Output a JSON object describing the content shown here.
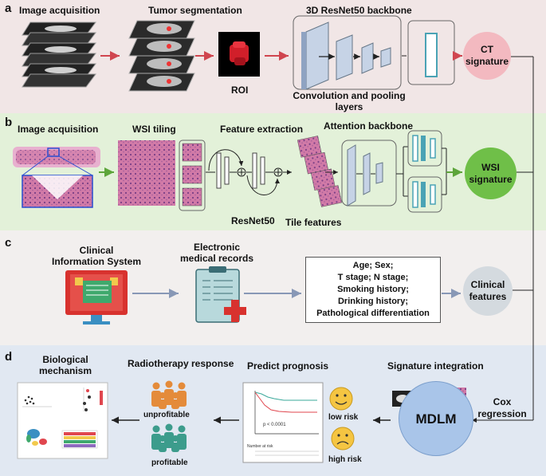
{
  "panels": {
    "a": {
      "letter": "a",
      "image_acquisition": "Image acquisition",
      "tumor_segmentation": "Tumor segmentation",
      "backbone": "3D ResNet50 backbone",
      "roi": "ROI",
      "conv_line1": "Convolution and pooling",
      "conv_line2": "layers",
      "signature_line1": "CT",
      "signature_line2": "signature"
    },
    "b": {
      "letter": "b",
      "image_acquisition": "Image acquisition",
      "wsi_tiling": "WSI tiling",
      "feature_extraction": "Feature extraction",
      "attention_backbone": "Attention backbone",
      "resnet": "ResNet50",
      "tile_features": "Tile features",
      "signature_line1": "WSI",
      "signature_line2": "signature"
    },
    "c": {
      "letter": "c",
      "cis_line1": "Clinical",
      "cis_line2": "Information System",
      "emr_line1": "Electronic",
      "emr_line2": "medical records",
      "variables": [
        "Age; Sex;",
        "T stage; N stage;",
        "Smoking history;",
        "Drinking history;",
        "Pathological differentiation"
      ],
      "features_line1": "Clinical",
      "features_line2": "features"
    },
    "d": {
      "letter": "d",
      "bio_line1": "Biological",
      "bio_line2": "mechanism",
      "radiotherapy": "Radiotherapy response",
      "unprofitable": "unprofitable",
      "profitable": "profitable",
      "predict": "Predict prognosis",
      "integration": "Signature integration",
      "mdlm": "MDLM",
      "cox_line1": "Cox",
      "cox_line2": "regression",
      "low_risk": "low risk",
      "high_risk": "high risk",
      "km_pvalue": "p < 0.0001",
      "km_number_at_risk": "Number at risk"
    }
  },
  "colors": {
    "panel_a": "#f1e6e6",
    "panel_b": "#e3f1d9",
    "panel_c": "#f2efee",
    "panel_d": "#e1e8f2",
    "arrow_red": "#d0454f",
    "arrow_green": "#5da53a",
    "arrow_grey": "#8898b6",
    "arrow_dark": "#222222",
    "ct_circle": "#f3b9c0",
    "wsi_circle": "#6fbf48",
    "clinical_circle": "#d4dadf",
    "mdlm_circle": "#a9c5e9",
    "people_orange": "#e48b3a",
    "people_teal": "#3c9c8c"
  },
  "icons": [
    "ct-slice-stack-icon",
    "roi-3d-icon",
    "smile-face-icon",
    "sad-face-icon",
    "person-icon",
    "monitor-icon",
    "clipboard-icon"
  ]
}
